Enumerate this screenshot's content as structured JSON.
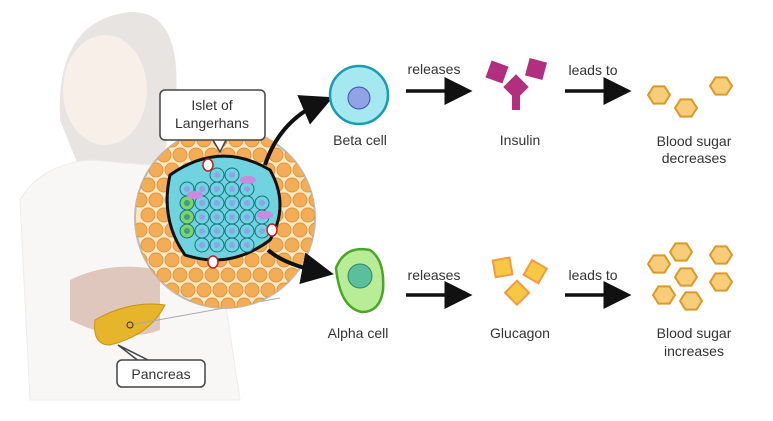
{
  "labels": {
    "islet_line1": "Islet of",
    "islet_line2": "Langerhans",
    "pancreas": "Pancreas",
    "beta_cell": "Beta cell",
    "alpha_cell": "Alpha cell",
    "releases_top": "releases",
    "releases_bottom": "releases",
    "leads_to_top": "leads to",
    "leads_to_bottom": "leads to",
    "insulin": "Insulin",
    "glucagon": "Glucagon",
    "decrease_line1": "Blood sugar",
    "decrease_line2": "decreases",
    "increase_line1": "Blood sugar",
    "increase_line2": "increases"
  },
  "colors": {
    "beta_cell": "#6fd3e0",
    "alpha_cell": "#9be07a",
    "insulin": "#b0307f",
    "glucagon": "#f7c842",
    "sugar": "#f7cd7a",
    "arrow": "#111111"
  }
}
